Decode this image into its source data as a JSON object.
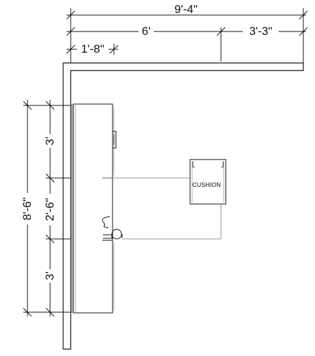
{
  "colors": {
    "line": "#111111",
    "faint_line": "#777777",
    "background": "#ffffff"
  },
  "dimensions": {
    "overall_width": "9'-4\"",
    "width_left": "6'",
    "width_right": "3'-3\"",
    "depth": "1'-8\"",
    "overall_height": "8'-6\"",
    "segment_top": "3'",
    "segment_middle": "2'-6\"",
    "segment_bottom": "3'"
  },
  "labels": {
    "cushion": "CUSHION"
  }
}
